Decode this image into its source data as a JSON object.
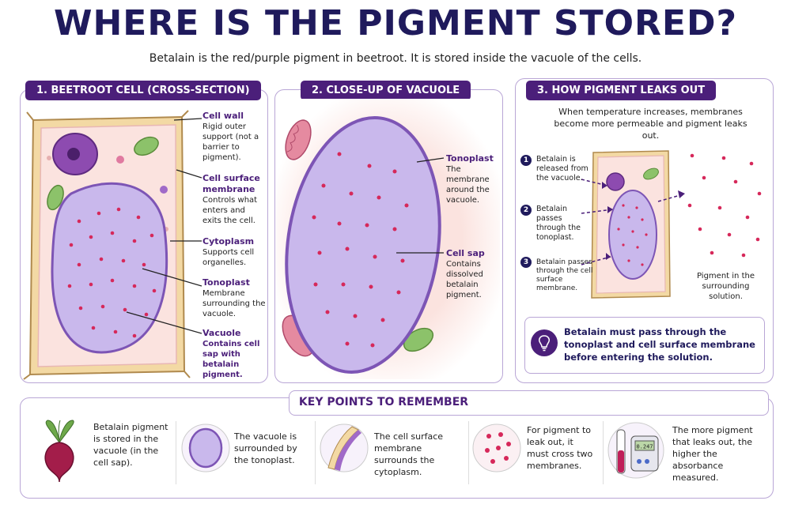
{
  "title": "WHERE IS THE PIGMENT STORED?",
  "subtitle": "Betalain is the red/purple pigment in beetroot. It is stored inside the vacuole of the cells.",
  "panel1": {
    "badge": "1. BEETROOT CELL (CROSS-SECTION)",
    "labels": [
      {
        "title": "Cell wall",
        "desc": "Rigid outer support (not a barrier to pigment)."
      },
      {
        "title": "Cell surface membrane",
        "desc": "Controls what enters and exits the cell."
      },
      {
        "title": "Cytoplasm",
        "desc": "Supports cell organelles."
      },
      {
        "title": "Tonoplast",
        "desc": "Membrane surrounding the vacuole."
      },
      {
        "title": "Vacuole",
        "desc": "Contains cell sap with betalain pigment."
      }
    ]
  },
  "panel2": {
    "badge": "2. CLOSE-UP OF VACUOLE",
    "labels": [
      {
        "title": "Tonoplast",
        "desc": "The membrane around the vacuole."
      },
      {
        "title": "Cell sap",
        "desc": "Contains dissolved betalain pigment."
      }
    ]
  },
  "panel3": {
    "badge": "3. HOW PIGMENT LEAKS OUT",
    "intro": "When temperature increases, membranes become more permeable and pigment leaks out.",
    "steps": [
      {
        "n": "1",
        "text": "Betalain is released from the vacuole."
      },
      {
        "n": "2",
        "text": "Betalain passes through the tonoplast."
      },
      {
        "n": "3",
        "text": "Betalain passes through the cell surface membrane."
      }
    ],
    "solution_label": "Pigment in the surrounding solution.",
    "note": "Betalain must pass through the tonoplast and cell surface membrane before entering the solution."
  },
  "key_points": {
    "title": "KEY POINTS TO REMEMBER",
    "items": [
      "Betalain pigment is stored in the vacuole (in the cell sap).",
      "The vacuole is surrounded by the tonoplast.",
      "The cell surface membrane surrounds the cytoplasm.",
      "For pigment to leak out, it must cross two membranes.",
      "The more pigment that leaks out, the higher the absorbance measured."
    ],
    "meter_reading": "0.247"
  },
  "colors": {
    "navy": "#1f1a5c",
    "purple": "#4b1f7a",
    "cell_wall": "#f3d9a4",
    "cytoplasm": "#fbe3df",
    "vacuole": "#c9b8ec",
    "pigment": "#d6285a",
    "chloroplast": "#8cc26a"
  }
}
